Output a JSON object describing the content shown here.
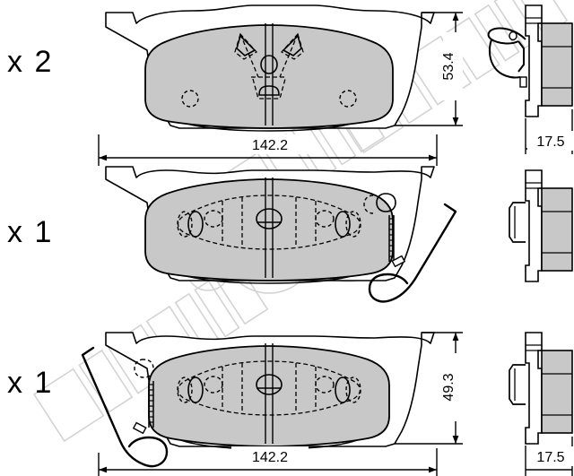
{
  "drawing": {
    "type": "technical-part-drawing",
    "subject": "brake pad set",
    "brand_watermark": "metelli",
    "background_color": "#ffffff",
    "line_color": "#000000",
    "pad_fill_color": "#c8c8c8",
    "watermark_color": "#cccccc"
  },
  "quantities": [
    {
      "id": "qty-top",
      "label": "x 2"
    },
    {
      "id": "qty-middle",
      "label": "x 1"
    },
    {
      "id": "qty-bottom",
      "label": "x 1"
    }
  ],
  "dimensions": {
    "top_width": {
      "value": "142.2",
      "orientation": "horizontal"
    },
    "top_height": {
      "value": "53.4",
      "orientation": "vertical"
    },
    "top_thickness": {
      "value": "17.5",
      "orientation": "horizontal"
    },
    "bottom_width": {
      "value": "142.2",
      "orientation": "horizontal"
    },
    "bottom_height": {
      "value": "49.3",
      "orientation": "vertical"
    },
    "bottom_thickness": {
      "value": "17.5",
      "orientation": "horizontal"
    }
  },
  "views": [
    {
      "id": "pad-top",
      "name": "brake-pad-front-view-plain",
      "quantity": "x 2",
      "has_wear_sensor": false,
      "has_clip": true
    },
    {
      "id": "pad-middle",
      "name": "brake-pad-front-view-with-sensor",
      "quantity": "x 1",
      "has_wear_sensor": true,
      "has_clip": false
    },
    {
      "id": "pad-bottom",
      "name": "brake-pad-front-view-with-sensor",
      "quantity": "x 1",
      "has_wear_sensor": true,
      "has_clip": false
    },
    {
      "id": "side-top",
      "name": "brake-pad-side-view-with-clip"
    },
    {
      "id": "side-middle",
      "name": "brake-pad-side-view"
    },
    {
      "id": "side-bottom",
      "name": "brake-pad-side-view"
    }
  ]
}
